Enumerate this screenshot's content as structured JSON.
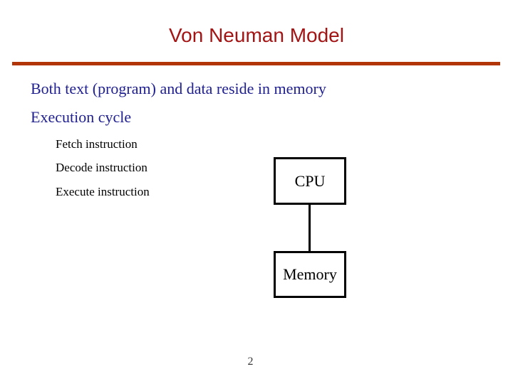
{
  "slide": {
    "title": "Von Neuman Model",
    "main_points": [
      "Both text (program) and data reside in memory",
      "Execution cycle"
    ],
    "sub_points": [
      "Fetch instruction",
      "Decode instruction",
      "Execute instruction"
    ],
    "diagram": {
      "cpu_label": "CPU",
      "memory_label": "Memory",
      "connection": "CPU connected vertically to Memory"
    },
    "page_number": "2",
    "colors": {
      "title_text": "#A31414",
      "divider_rule": "#B23508",
      "main_point_text": "#202090",
      "sub_point_text": "#000000",
      "diagram_border": "#000000",
      "page_number_text": "#383838",
      "background": "#FFFFFF"
    }
  }
}
